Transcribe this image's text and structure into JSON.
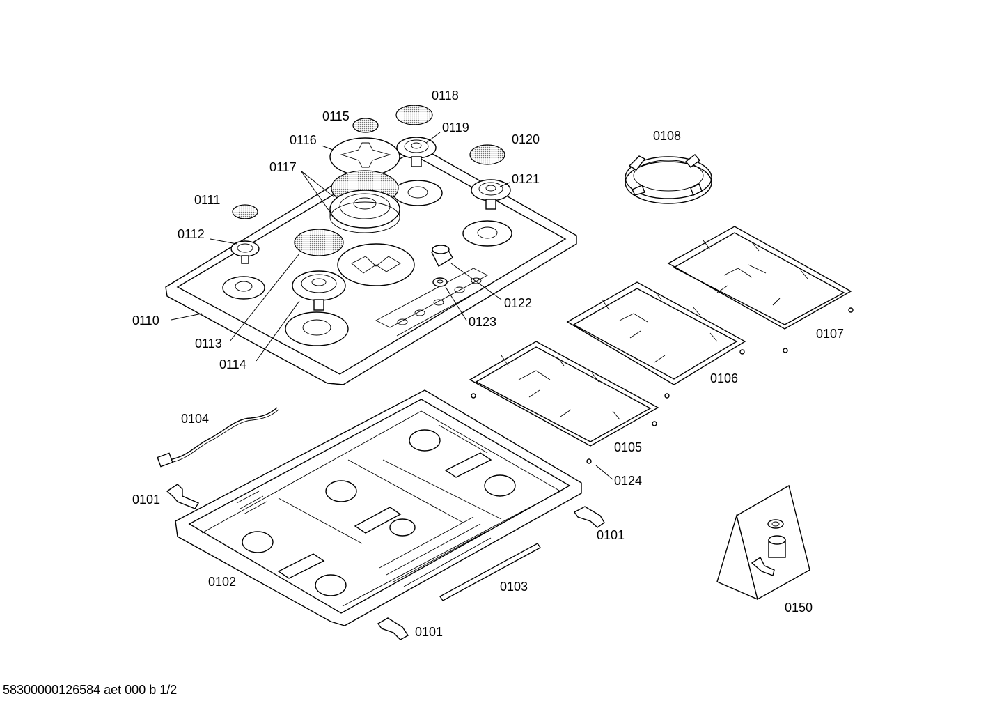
{
  "diagram": {
    "labels": {
      "p0101a": "0101",
      "p0101b": "0101",
      "p0101c": "0101",
      "p0102": "0102",
      "p0103": "0103",
      "p0104": "0104",
      "p0105": "0105",
      "p0106": "0106",
      "p0107": "0107",
      "p0108": "0108",
      "p0110": "0110",
      "p0111": "0111",
      "p0112": "0112",
      "p0113": "0113",
      "p0114": "0114",
      "p0115": "0115",
      "p0116": "0116",
      "p0117": "0117",
      "p0118": "0118",
      "p0119": "0119",
      "p0120": "0120",
      "p0121": "0121",
      "p0122": "0122",
      "p0123": "0123",
      "p0124": "0124",
      "p0150": "0150"
    }
  },
  "footer": {
    "doc_code": "58300000126584 aet 000 b 1/2"
  }
}
